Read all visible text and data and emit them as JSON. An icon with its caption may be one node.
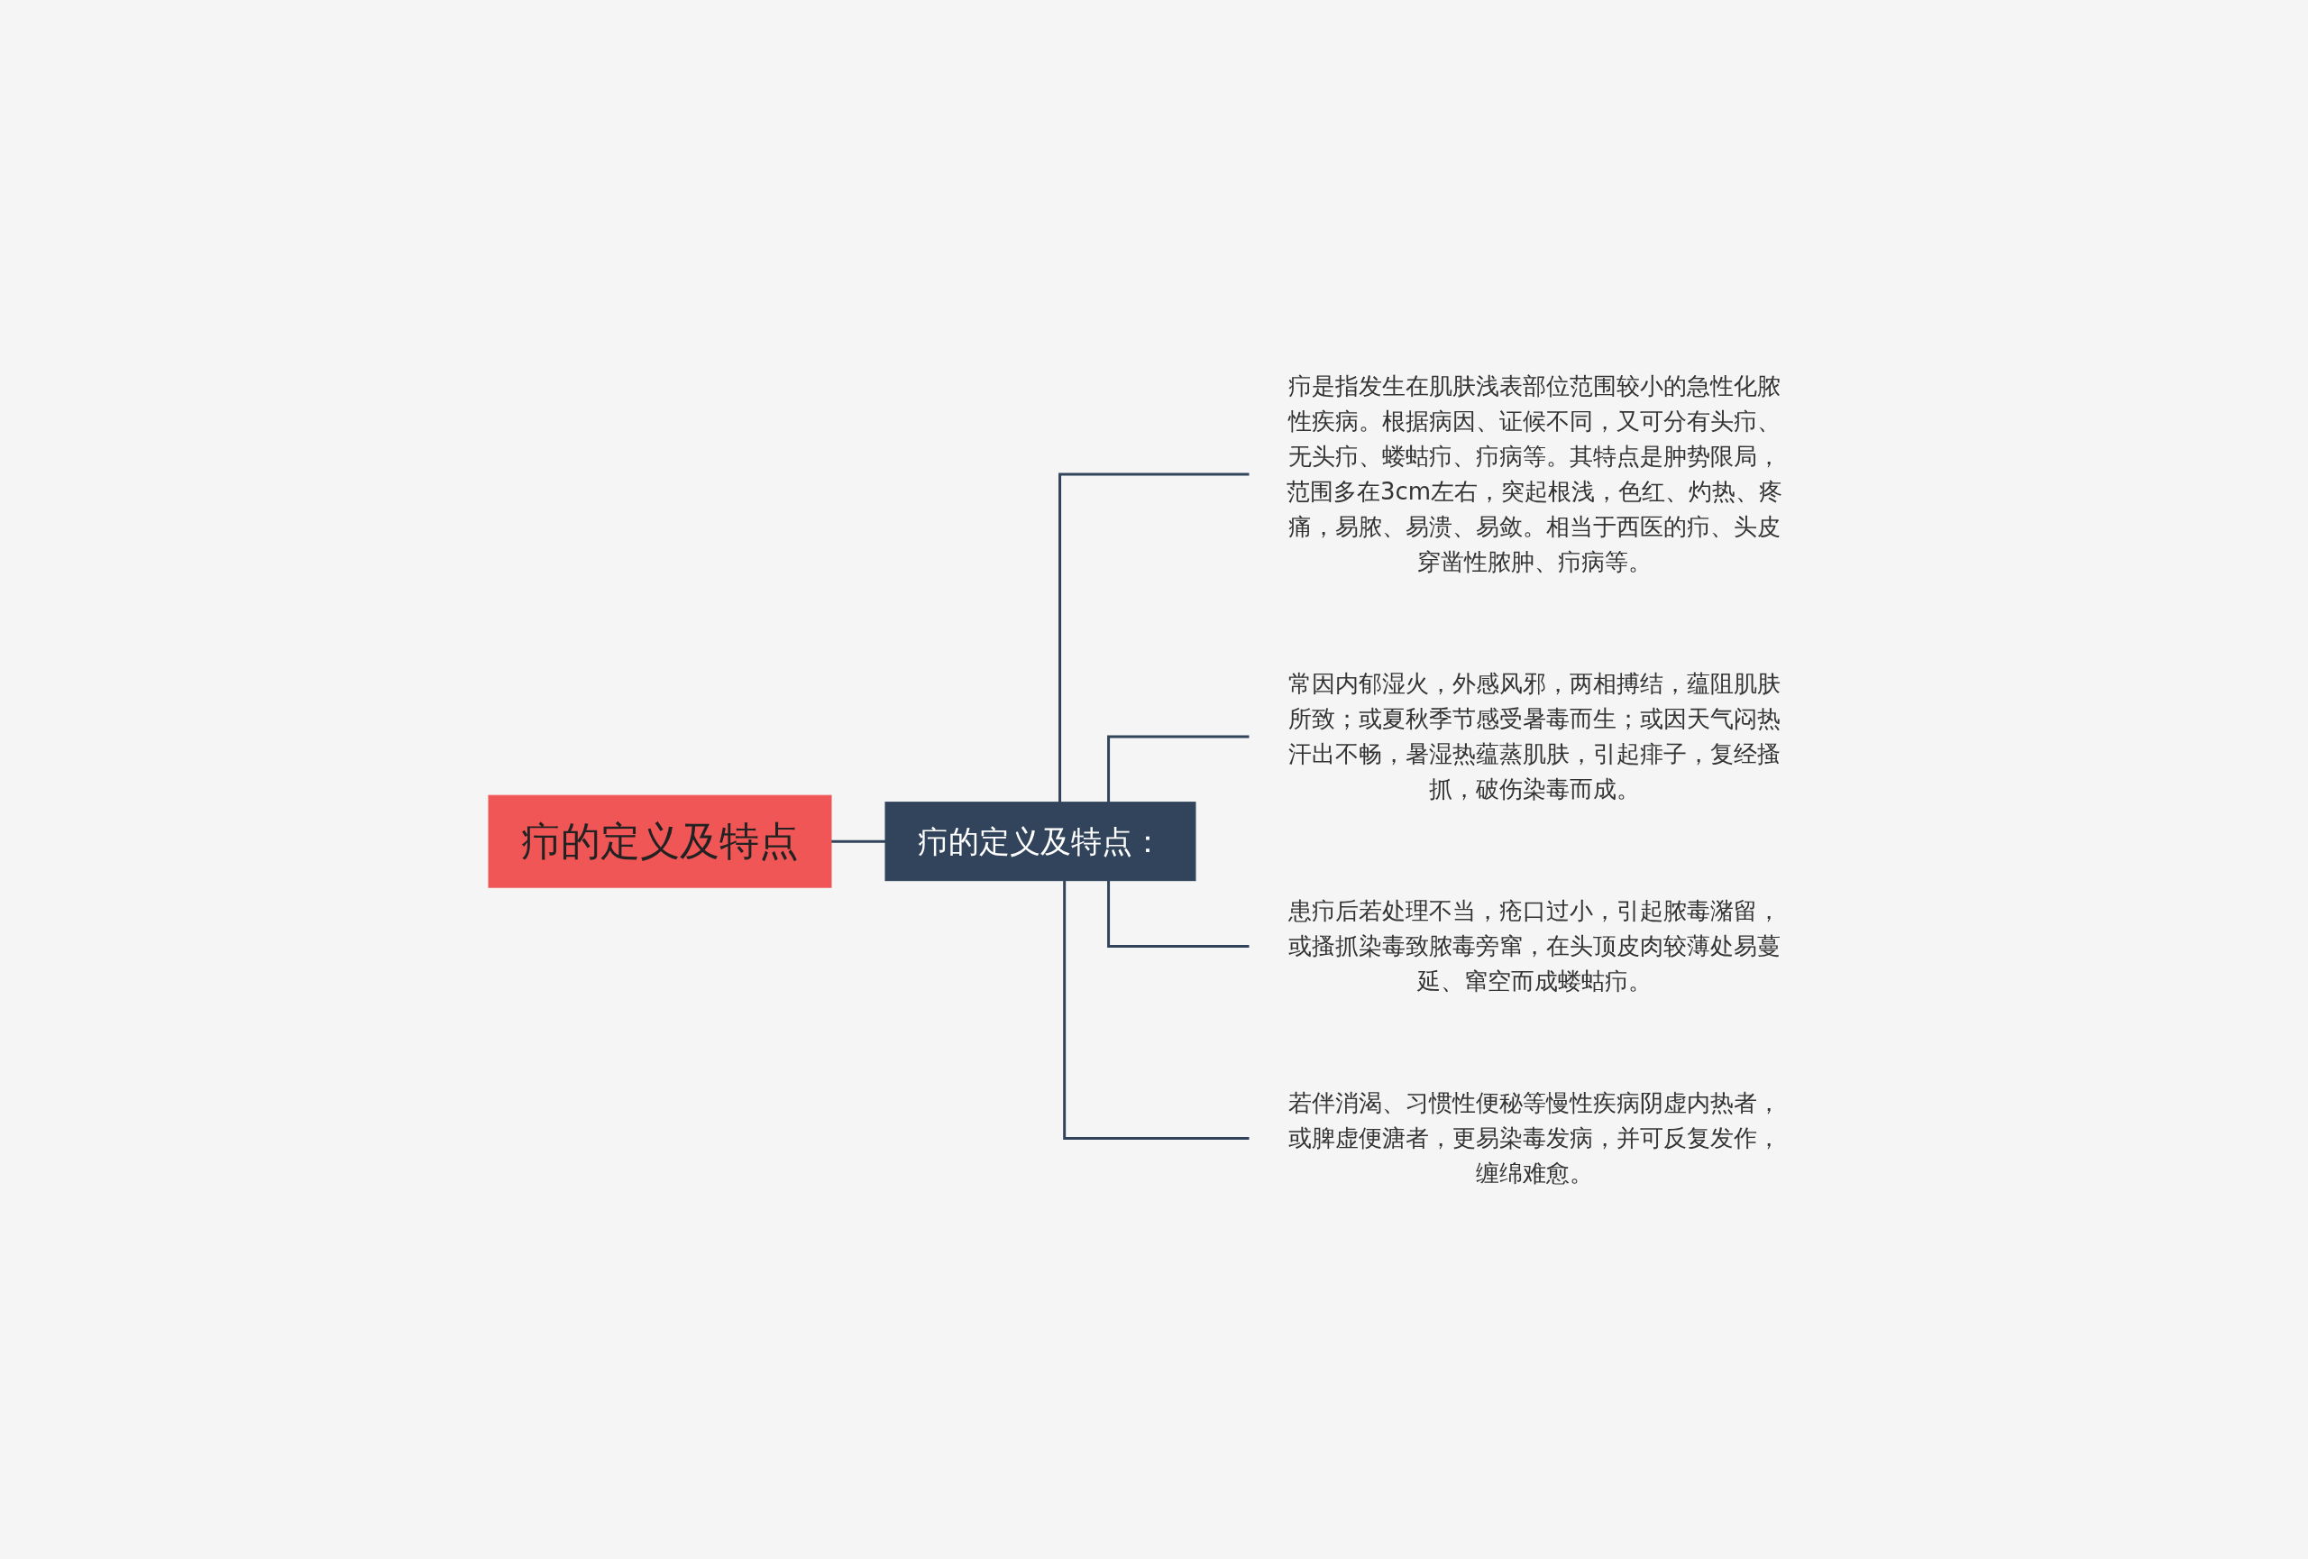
{
  "diagram": {
    "nodes": [
      {
        "text": [
          "疖的定义及特点"
        ]
      },
      {
        "text": [
          "疖的定义及特点："
        ]
      },
      {
        "text": [
          "疖是指发生在肌肤浅表部位范围较小的急性化脓性疾病。根据病因、证候不同，又可分有头疖、无头疖、蝼蛄疖、疖病等。其特点是肿势限局，范围多在3cm左右，突起根浅，色红、灼热、疼痛，易脓、易溃、易敛。相当于西医的疖、头皮穿凿性脓肿、疖病等。"
        ]
      },
      {
        "text": [
          "常因内郁湿火，外感风邪，两相搏结，蕴阻肌肤所致；或夏秋季节感受暑毒而生；或因天气闷热汗出不畅，暑湿热蕴蒸肌肤，引起痱子，复经搔抓，破伤染毒而成。"
        ]
      },
      {
        "text": [
          "患疖后若处理不当，疮口过小，引起脓毒潴留，或搔抓染毒致脓毒旁窜，在头顶皮肉较薄处易蔓延、窜空而成蝼蛄疖。"
        ]
      },
      {
        "text": [
          "若伴消渴、习惯性便秘等慢性疾病阴虚内热者，或脾虚便溏者，更易染毒发病，并可反复发作，缠绵难愈。"
        ]
      }
    ],
    "edges": [
      {
        "from": 0,
        "to": 1,
        "arrow": "none"
      },
      {
        "from": 1,
        "to": 2,
        "arrow": "none"
      },
      {
        "from": 1,
        "to": 3,
        "arrow": "none"
      },
      {
        "from": 1,
        "to": 4,
        "arrow": "none"
      },
      {
        "from": 1,
        "to": 5,
        "arrow": "none"
      }
    ]
  }
}
